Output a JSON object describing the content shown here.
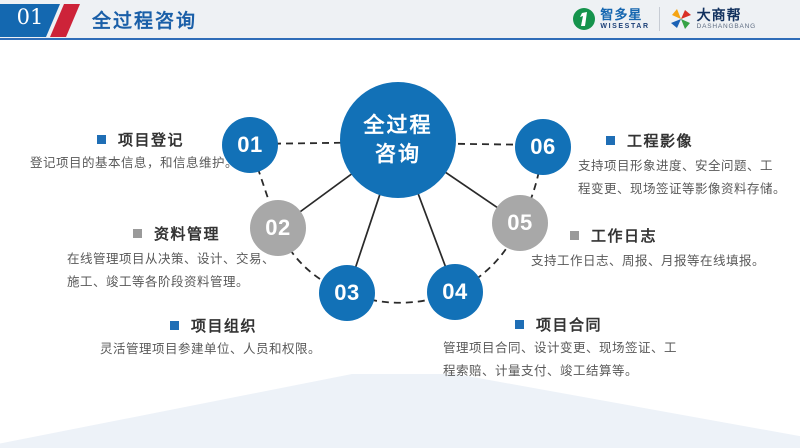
{
  "header": {
    "slide_number": "01",
    "title": "全过程咨询",
    "logos": {
      "wisestar": {
        "name": "智多星",
        "sub": "WISESTAR"
      },
      "dashangbang": {
        "name": "大商帮",
        "sub": "DASHANGBANG"
      }
    }
  },
  "diagram": {
    "center_line1": "全过程",
    "center_line2": "咨询",
    "nodes": [
      {
        "num": "01",
        "color": "blue"
      },
      {
        "num": "02",
        "color": "gray"
      },
      {
        "num": "03",
        "color": "blue"
      },
      {
        "num": "04",
        "color": "blue"
      },
      {
        "num": "05",
        "color": "gray"
      },
      {
        "num": "06",
        "color": "blue"
      }
    ]
  },
  "items": {
    "left": [
      {
        "title": "项目登记",
        "desc_line1": "登记项目的基本信息，和信息维护。",
        "desc_line2": ""
      },
      {
        "title": "资料管理",
        "desc_line1": "在线管理项目从决策、设计、交易、",
        "desc_line2": "施工、竣工等各阶段资料管理。"
      },
      {
        "title": "项目组织",
        "desc_line1": "灵活管理项目参建单位、人员和权限。",
        "desc_line2": ""
      }
    ],
    "right": [
      {
        "title": "工程影像",
        "desc_line1": "支持项目形象进度、安全问题、工",
        "desc_line2": "程变更、现场签证等影像资料存储。"
      },
      {
        "title": "工作日志",
        "desc_line1": "支持工作日志、周报、月报等在线填报。",
        "desc_line2": ""
      },
      {
        "title": "项目合同",
        "desc_line1": "管理项目合同、设计变更、现场签证、工",
        "desc_line2": "程索赔、计量支付、竣工结算等。"
      }
    ]
  },
  "colors": {
    "primary_blue": "#1271b7",
    "node_gray": "#a8a8a8",
    "title_blue": "#1a5fa8",
    "accent_red": "#cd2339"
  }
}
